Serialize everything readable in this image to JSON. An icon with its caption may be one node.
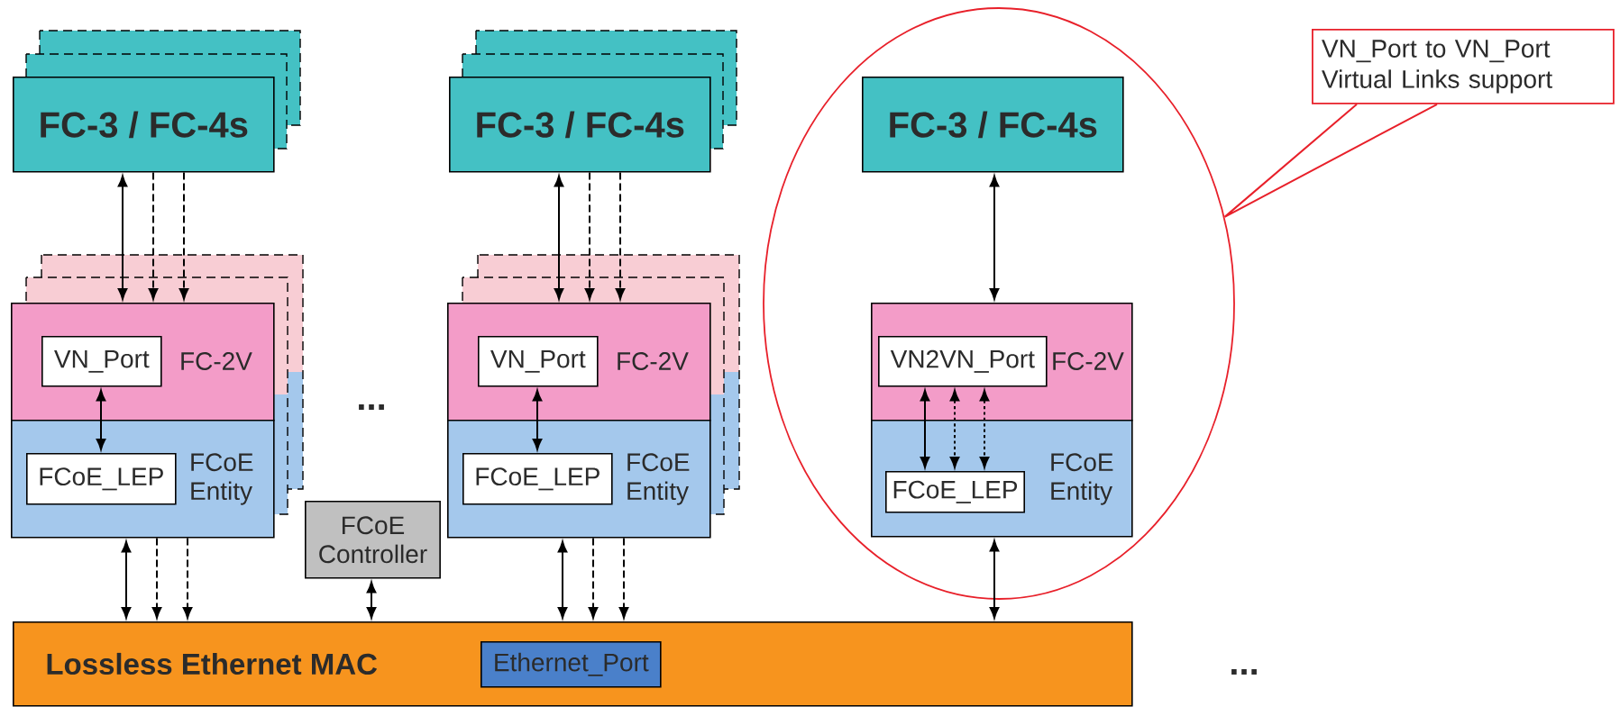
{
  "diagram": {
    "nodes": [
      {
        "text": [
          "FC-3 / FC-4s"
        ]
      },
      {
        "text": [
          "FC-2V"
        ]
      },
      {
        "text": [
          "VN_Port"
        ],
        "in": 1
      },
      {
        "text": [
          "FCoE Entity"
        ]
      },
      {
        "text": [
          "FCoE_LEP"
        ],
        "in": 3
      },
      {
        "text": [
          "FC-3 / FC-4s"
        ]
      },
      {
        "text": [
          "FC-2V"
        ]
      },
      {
        "text": [
          "VN_Port"
        ],
        "in": 6
      },
      {
        "text": [
          "FCoE Entity"
        ]
      },
      {
        "text": [
          "FCoE_LEP"
        ],
        "in": 8
      },
      {
        "text": [
          "FCoE Controller"
        ]
      },
      {
        "text": [],
        "shape": "ellipse"
      },
      {
        "text": [
          "FC-3 / FC-4s"
        ],
        "in": 11
      },
      {
        "text": [
          "FC-2V"
        ],
        "in": 11
      },
      {
        "text": [
          "VN2VN_Port"
        ],
        "in": 13
      },
      {
        "text": [
          "FCoE Entity"
        ],
        "in": 11
      },
      {
        "text": [
          "FCoE_LEP"
        ],
        "in": 15
      },
      {
        "text": [
          "VN_Port to VN_Port Virtual Links support"
        ]
      },
      {
        "text": [
          "Lossless Ethernet MAC"
        ]
      },
      {
        "text": [
          "Ethernet_Port"
        ],
        "in": 18
      }
    ],
    "edges": [
      {
        "from": 0,
        "to": 1,
        "arrow": "both"
      },
      {
        "from": 0,
        "to": 1,
        "arrow": "to",
        "style": "dashed"
      },
      {
        "from": 0,
        "to": 1,
        "arrow": "to",
        "style": "dashed"
      },
      {
        "from": 2,
        "to": 4,
        "arrow": "both"
      },
      {
        "from": 3,
        "to": 18,
        "arrow": "both"
      },
      {
        "from": 3,
        "to": 18,
        "arrow": "to",
        "style": "dashed"
      },
      {
        "from": 3,
        "to": 18,
        "arrow": "to",
        "style": "dashed"
      },
      {
        "from": 5,
        "to": 6,
        "arrow": "both"
      },
      {
        "from": 5,
        "to": 6,
        "arrow": "to",
        "style": "dashed"
      },
      {
        "from": 5,
        "to": 6,
        "arrow": "to",
        "style": "dashed"
      },
      {
        "from": 7,
        "to": 9,
        "arrow": "both"
      },
      {
        "from": 8,
        "to": 18,
        "arrow": "both"
      },
      {
        "from": 8,
        "to": 18,
        "arrow": "to",
        "style": "dashed"
      },
      {
        "from": 8,
        "to": 18,
        "arrow": "to",
        "style": "dashed"
      },
      {
        "from": 10,
        "to": 18,
        "arrow": "both"
      },
      {
        "from": 12,
        "to": 13,
        "arrow": "both"
      },
      {
        "from": 14,
        "to": 16,
        "arrow": "both"
      },
      {
        "from": 14,
        "to": 16,
        "arrow": "both",
        "style": "dashed"
      },
      {
        "from": 14,
        "to": 16,
        "arrow": "both",
        "style": "dashed"
      },
      {
        "from": 15,
        "to": 18,
        "arrow": "both"
      },
      {
        "from": 17,
        "to": 11,
        "arrow": "none",
        "color": "#e8202a"
      }
    ],
    "labels": [
      "...",
      "..."
    ]
  }
}
